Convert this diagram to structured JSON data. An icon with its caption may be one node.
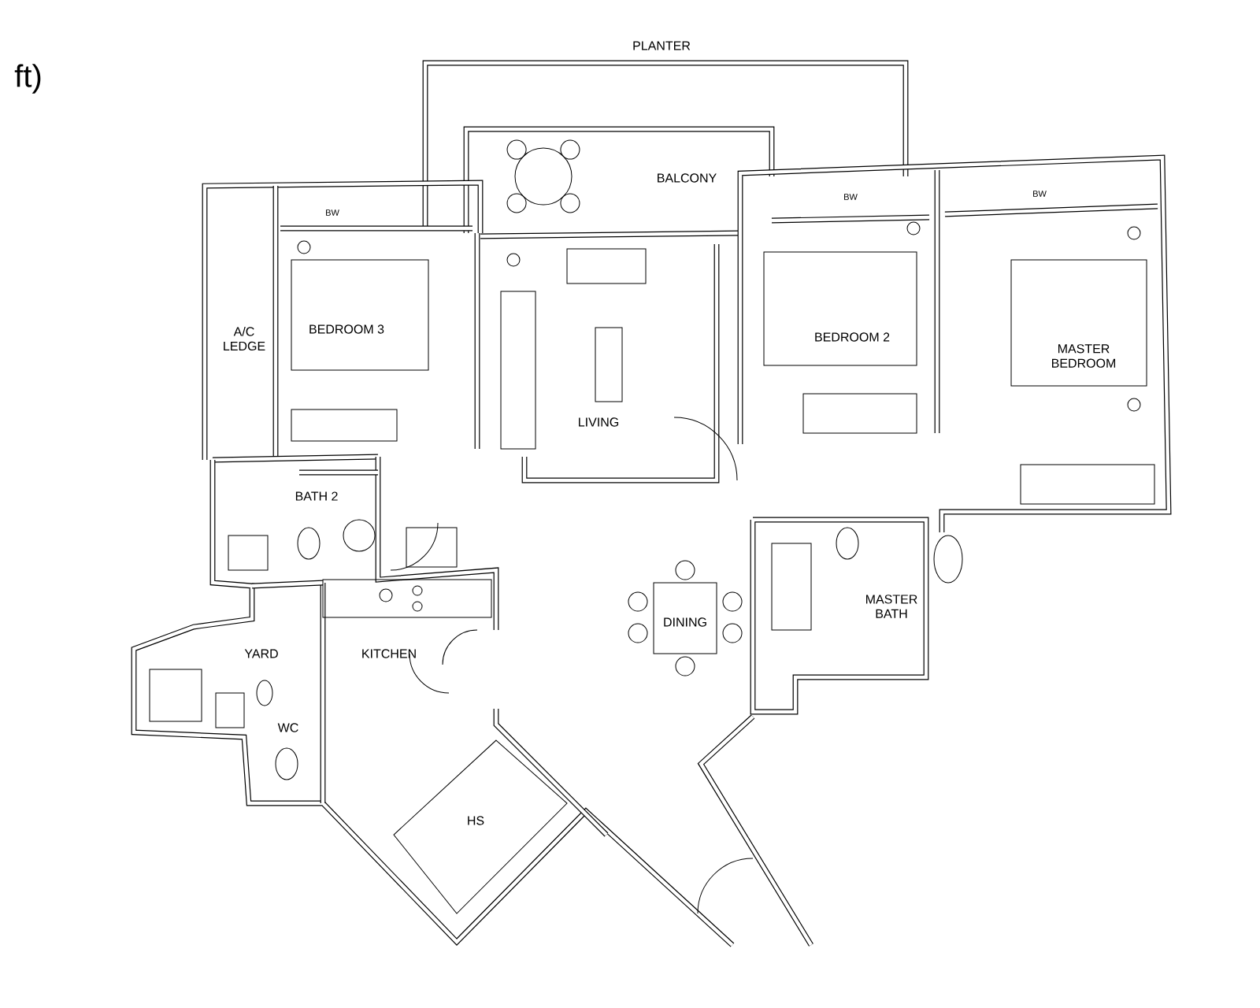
{
  "diagram": {
    "labels": [
      "ft)",
      "PLANTER",
      "BALCONY",
      "BW",
      "BW",
      "BW",
      "A/C LEDGE",
      "BEDROOM 3",
      "BEDROOM 2",
      "MASTER BEDROOM",
      "LIVING",
      "BATH 2",
      "DINING",
      "MASTER BATH",
      "YARD",
      "KITCHEN",
      "WC",
      "HS"
    ]
  }
}
